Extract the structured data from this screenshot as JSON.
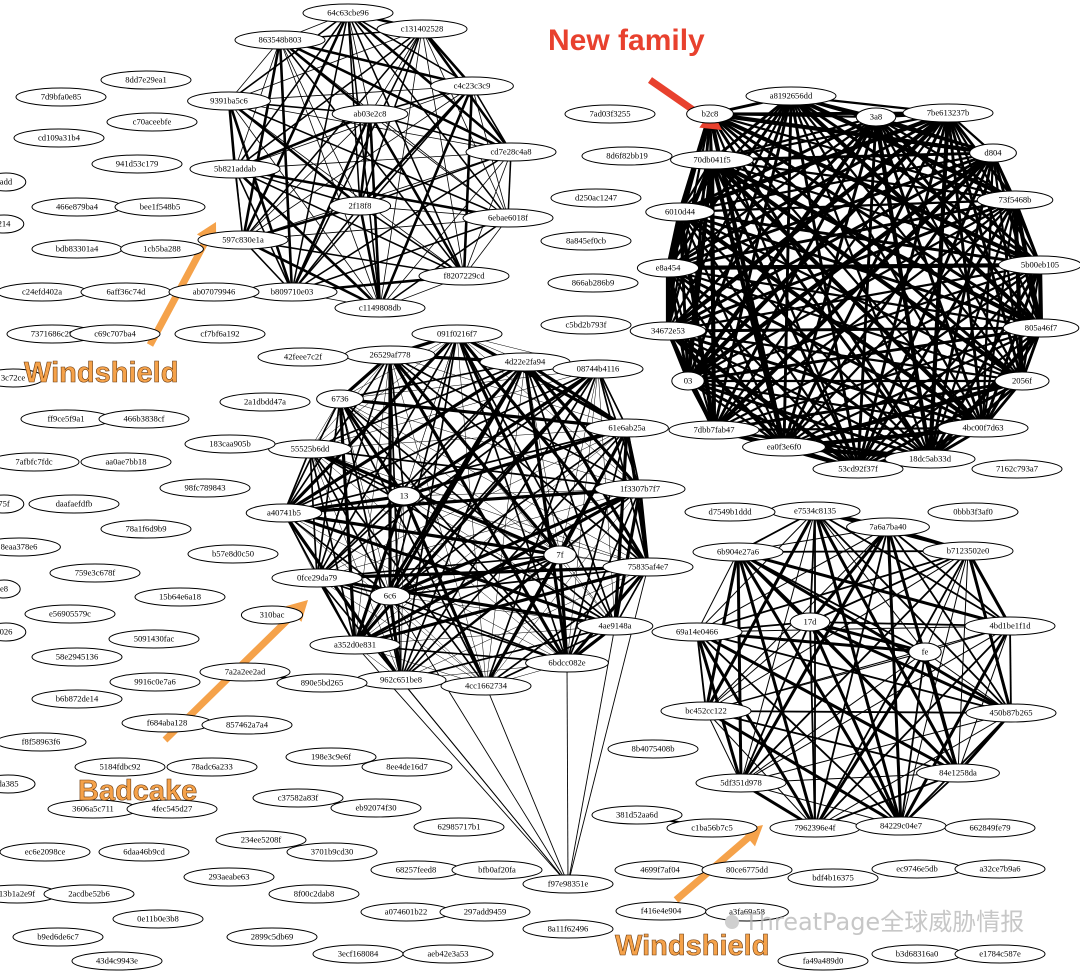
{
  "graph": {
    "nodes": [
      {
        "id": "n1",
        "label": "64c63cbe96"
      },
      {
        "id": "n2",
        "label": "863548b803"
      },
      {
        "id": "n3",
        "label": "c131402528"
      },
      {
        "id": "n4",
        "label": "9391ba5c6"
      },
      {
        "id": "n5",
        "label": "c4c23c3c9"
      },
      {
        "id": "n6",
        "label": "ab03e2c8"
      },
      {
        "id": "n7",
        "label": "cd7e28c4a8"
      },
      {
        "id": "n8",
        "label": "5b821addab"
      },
      {
        "id": "n9",
        "label": "2f18f8"
      },
      {
        "id": "n10",
        "label": "6ebae6018f"
      },
      {
        "id": "n11",
        "label": "597c830e1a"
      },
      {
        "id": "n12",
        "label": "f8207229cd"
      },
      {
        "id": "n13",
        "label": "b809710e03"
      },
      {
        "id": "n14",
        "label": "c1149808db"
      },
      {
        "id": "m1",
        "label": "a8192656dd"
      },
      {
        "id": "m2",
        "label": "b2c8"
      },
      {
        "id": "m3",
        "label": "7be613237b"
      },
      {
        "id": "m4",
        "label": "3a8"
      },
      {
        "id": "m5",
        "label": "70db041f5"
      },
      {
        "id": "m6",
        "label": "d804"
      },
      {
        "id": "m7",
        "label": "6010d44"
      },
      {
        "id": "m8",
        "label": "73f5468b"
      },
      {
        "id": "m9",
        "label": "e8a454"
      },
      {
        "id": "m10",
        "label": "5b00eb105"
      },
      {
        "id": "m11",
        "label": "34672e53"
      },
      {
        "id": "m12",
        "label": "805a46f7"
      },
      {
        "id": "m13",
        "label": "03"
      },
      {
        "id": "m14",
        "label": "2056f"
      },
      {
        "id": "m15",
        "label": "7dbb7fab47"
      },
      {
        "id": "m16",
        "label": "4bc00f7d63"
      },
      {
        "id": "m17",
        "label": "ea0f3e6f0"
      },
      {
        "id": "m18",
        "label": "18dc5ab33d"
      },
      {
        "id": "m19",
        "label": "53cd92f37f"
      },
      {
        "id": "b1",
        "label": "091f0216f7"
      },
      {
        "id": "b2",
        "label": "26529af778"
      },
      {
        "id": "b3",
        "label": "4d22e2fa94"
      },
      {
        "id": "b4",
        "label": "08744b4116"
      },
      {
        "id": "b5",
        "label": "6736"
      },
      {
        "id": "b6",
        "label": "61e6ab25a"
      },
      {
        "id": "b7",
        "label": "55525b6dd"
      },
      {
        "id": "b8",
        "label": "1f3307b7f7"
      },
      {
        "id": "b9",
        "label": "a40741b5"
      },
      {
        "id": "b10",
        "label": "13"
      },
      {
        "id": "b11",
        "label": "0fce29da79"
      },
      {
        "id": "b12",
        "label": "7f"
      },
      {
        "id": "b13",
        "label": "75835af4e7"
      },
      {
        "id": "b14",
        "label": "6c6"
      },
      {
        "id": "b15",
        "label": "a352d0e831"
      },
      {
        "id": "b16",
        "label": "4ae9148a"
      },
      {
        "id": "b17",
        "label": "962c651be8"
      },
      {
        "id": "b18",
        "label": "6bdcc082e"
      },
      {
        "id": "b19",
        "label": "4cc1662734"
      },
      {
        "id": "b20",
        "label": "f97e98351e"
      },
      {
        "id": "w1",
        "label": "e7534c8135"
      },
      {
        "id": "w2",
        "label": "7a6a7ba40"
      },
      {
        "id": "w3",
        "label": "6b904e27a6"
      },
      {
        "id": "w4",
        "label": "b7123502e0"
      },
      {
        "id": "w5",
        "label": "17d"
      },
      {
        "id": "w6",
        "label": "4bd1be1f1d"
      },
      {
        "id": "w7",
        "label": "69a14e0466"
      },
      {
        "id": "w8",
        "label": "fe"
      },
      {
        "id": "w9",
        "label": "bc452cc122"
      },
      {
        "id": "w10",
        "label": "450b87b265"
      },
      {
        "id": "w11",
        "label": "5df351d978"
      },
      {
        "id": "w12",
        "label": "84e1258da"
      },
      {
        "id": "w13",
        "label": "7962396e4f"
      },
      {
        "id": "w14",
        "label": "84229c04e7"
      },
      {
        "id": "s1",
        "label": "8dd7e29ea1"
      },
      {
        "id": "s2",
        "label": "7d9bfa0e85"
      },
      {
        "id": "s3",
        "label": "c70aceebfe"
      },
      {
        "id": "s4",
        "label": "cd109a31b4"
      },
      {
        "id": "s5",
        "label": "941d53c179"
      },
      {
        "id": "s6",
        "label": "add"
      },
      {
        "id": "s7",
        "label": "466e879ba4"
      },
      {
        "id": "s8",
        "label": "bee1f548b5"
      },
      {
        "id": "s9",
        "label": "214"
      },
      {
        "id": "s10",
        "label": "bdb83301a4"
      },
      {
        "id": "s11",
        "label": "1cb5ba288"
      },
      {
        "id": "s12",
        "label": "c24efd402a"
      },
      {
        "id": "s13",
        "label": "6aff36c74d"
      },
      {
        "id": "s14",
        "label": "ab07079946"
      },
      {
        "id": "s15",
        "label": "7371686c29"
      },
      {
        "id": "s16",
        "label": "c69c707ba4"
      },
      {
        "id": "s17",
        "label": "cf7bf6a192"
      },
      {
        "id": "s18",
        "label": "3c72ce"
      },
      {
        "id": "s19",
        "label": "42feee7c2f"
      },
      {
        "id": "s20",
        "label": "2a1dbdd47a"
      },
      {
        "id": "s21",
        "label": "ff9ce5f9a1"
      },
      {
        "id": "s22",
        "label": "466b3838cf"
      },
      {
        "id": "s23",
        "label": "183caa905b"
      },
      {
        "id": "s24",
        "label": "7afbfc7fdc"
      },
      {
        "id": "s25",
        "label": "aa0ae7bb18"
      },
      {
        "id": "s26",
        "label": "98fc789843"
      },
      {
        "id": "s27",
        "label": "75f"
      },
      {
        "id": "s28",
        "label": "daafaefdfb"
      },
      {
        "id": "s29",
        "label": "78a1f6d9b9"
      },
      {
        "id": "s30",
        "label": "8eaa378e6"
      },
      {
        "id": "s31",
        "label": "b57e8d0c50"
      },
      {
        "id": "s32",
        "label": "759e3c678f"
      },
      {
        "id": "s33",
        "label": "e8"
      },
      {
        "id": "s34",
        "label": "15b64e6a18"
      },
      {
        "id": "s35",
        "label": "e56905579c"
      },
      {
        "id": "s36",
        "label": "310bac"
      },
      {
        "id": "s37",
        "label": "026"
      },
      {
        "id": "s38",
        "label": "5091430fac"
      },
      {
        "id": "s39",
        "label": "58e2945136"
      },
      {
        "id": "s40",
        "label": "7a2a2ee2ad"
      },
      {
        "id": "s41",
        "label": "890e5bd265"
      },
      {
        "id": "s42",
        "label": "9916c0e7a6"
      },
      {
        "id": "s43",
        "label": "b6b872de14"
      },
      {
        "id": "s44",
        "label": "f684aba128"
      },
      {
        "id": "s45",
        "label": "857462a7a4"
      },
      {
        "id": "s46",
        "label": "f8f58963f6"
      },
      {
        "id": "s47",
        "label": "198e3c9e6f"
      },
      {
        "id": "s48",
        "label": "8ee4de16d7"
      },
      {
        "id": "s49",
        "label": "5184fdbc92"
      },
      {
        "id": "s50",
        "label": "78adc6a233"
      },
      {
        "id": "s51",
        "label": "da385"
      },
      {
        "id": "s52",
        "label": "c37582a83f"
      },
      {
        "id": "s53",
        "label": "eb92074f30"
      },
      {
        "id": "s54",
        "label": "3606a5c711"
      },
      {
        "id": "s55",
        "label": "4fec545d27"
      },
      {
        "id": "s56",
        "label": "62985717b1"
      },
      {
        "id": "s57",
        "label": "234ee5208f"
      },
      {
        "id": "s58",
        "label": "3701b9cd30"
      },
      {
        "id": "s59",
        "label": "ec6e2098ce"
      },
      {
        "id": "s60",
        "label": "6daa46b9cd"
      },
      {
        "id": "s61",
        "label": "68257feed8"
      },
      {
        "id": "s62",
        "label": "bfb0af20fa"
      },
      {
        "id": "s63",
        "label": "293aeabe63"
      },
      {
        "id": "s64",
        "label": "13b1a2e9f"
      },
      {
        "id": "s65",
        "label": "2acdbe52b6"
      },
      {
        "id": "s66",
        "label": "8f00c2dab8"
      },
      {
        "id": "s67",
        "label": "0e11b0e3b8"
      },
      {
        "id": "s68",
        "label": "a074601b22"
      },
      {
        "id": "s69",
        "label": "297add9459"
      },
      {
        "id": "s70",
        "label": "b9ed6de6c7"
      },
      {
        "id": "s71",
        "label": "2899c5db69"
      },
      {
        "id": "s72",
        "label": "8a11f62496"
      },
      {
        "id": "s73",
        "label": "43d4c9943e"
      },
      {
        "id": "s74",
        "label": "3ecf168084"
      },
      {
        "id": "s75",
        "label": "aeb42e3a53"
      },
      {
        "id": "s76",
        "label": "7ad03f3255"
      },
      {
        "id": "s77",
        "label": "8d6f82bb19"
      },
      {
        "id": "s78",
        "label": "d250ac1247"
      },
      {
        "id": "s79",
        "label": "8a845ef0cb"
      },
      {
        "id": "s80",
        "label": "866ab286b9"
      },
      {
        "id": "s81",
        "label": "c5bd2b793f"
      },
      {
        "id": "s82",
        "label": "7162c793a7"
      },
      {
        "id": "s83",
        "label": "d7549b1ddd"
      },
      {
        "id": "s84",
        "label": "0bbb3f3af0"
      },
      {
        "id": "s85",
        "label": "8b4075408b"
      },
      {
        "id": "s86",
        "label": "381d52aa6d"
      },
      {
        "id": "s87",
        "label": "c1ba56b7c5"
      },
      {
        "id": "s88",
        "label": "662849fe79"
      },
      {
        "id": "s89",
        "label": "4699f7af04"
      },
      {
        "id": "s90",
        "label": "80ce6775dd"
      },
      {
        "id": "s91",
        "label": "bdf4b16375"
      },
      {
        "id": "s92",
        "label": "ec9746e5db"
      },
      {
        "id": "s93",
        "label": "a32ce7b9a6"
      },
      {
        "id": "s94",
        "label": "f416e4e904"
      },
      {
        "id": "s95",
        "label": "a3fa69a58"
      },
      {
        "id": "s96",
        "label": "b3d68316a0"
      },
      {
        "id": "s97",
        "label": "e1784c587e"
      },
      {
        "id": "s98",
        "label": "fa49a489d0"
      }
    ]
  },
  "callouts": [
    {
      "id": "new_family",
      "text": "New family",
      "color": "#e8412e"
    },
    {
      "id": "windshield_top",
      "text": "Windshield",
      "color": "#f5a24a"
    },
    {
      "id": "badcake",
      "text": "Badcake",
      "color": "#f5a24a"
    },
    {
      "id": "windshield_bottom",
      "text": "Windshield",
      "color": "#f5a24a"
    }
  ],
  "watermark": {
    "text": "ThreatPage全球威胁情报"
  },
  "colors": {
    "edge": "#000000",
    "arrow_orange": "#f5a24a",
    "arrow_red": "#e8412e"
  }
}
